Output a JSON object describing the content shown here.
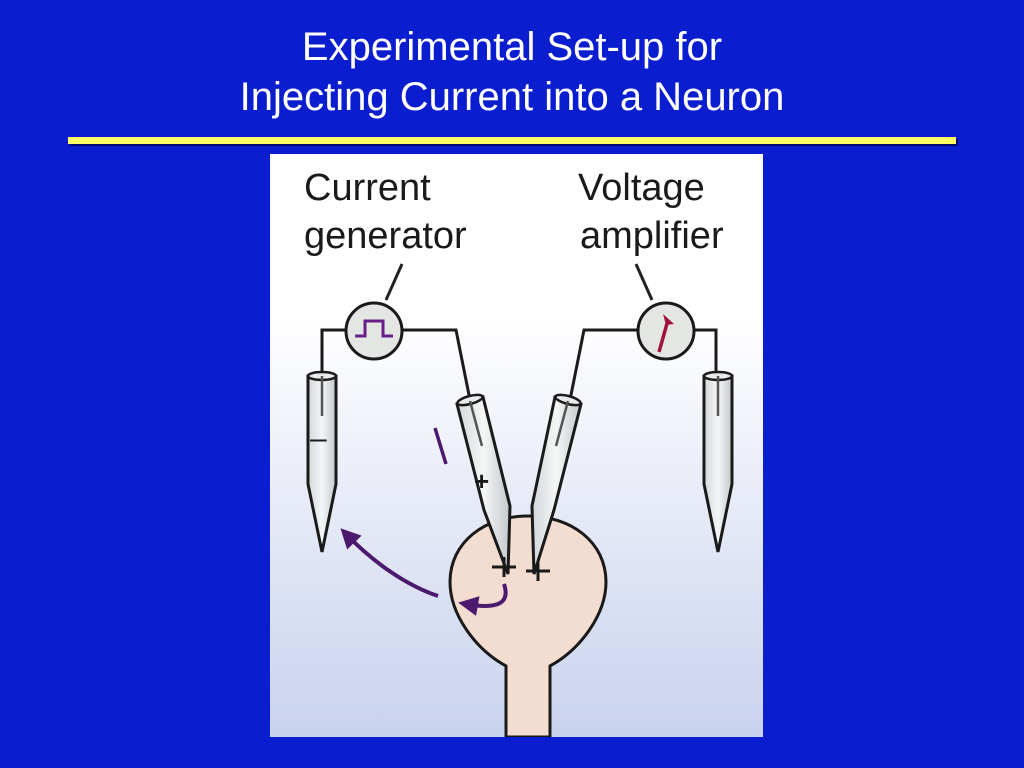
{
  "slide": {
    "title_line1": "Experimental Set-up for",
    "title_line2": "Injecting Current into a Neuron"
  },
  "diagram": {
    "current_generator_line1": "Current",
    "current_generator_line2": "generator",
    "voltage_amplifier_line1": "Voltage",
    "voltage_amplifier_line2": "amplifier",
    "plus_sign": "+",
    "minus_sign": "–"
  },
  "colors": {
    "background": "#0a1ed0",
    "rule": "#ffff66",
    "neuron_fill": "#f3dcd0",
    "arrow": "#4b1a6e",
    "meter_needle": "#a0123c"
  }
}
